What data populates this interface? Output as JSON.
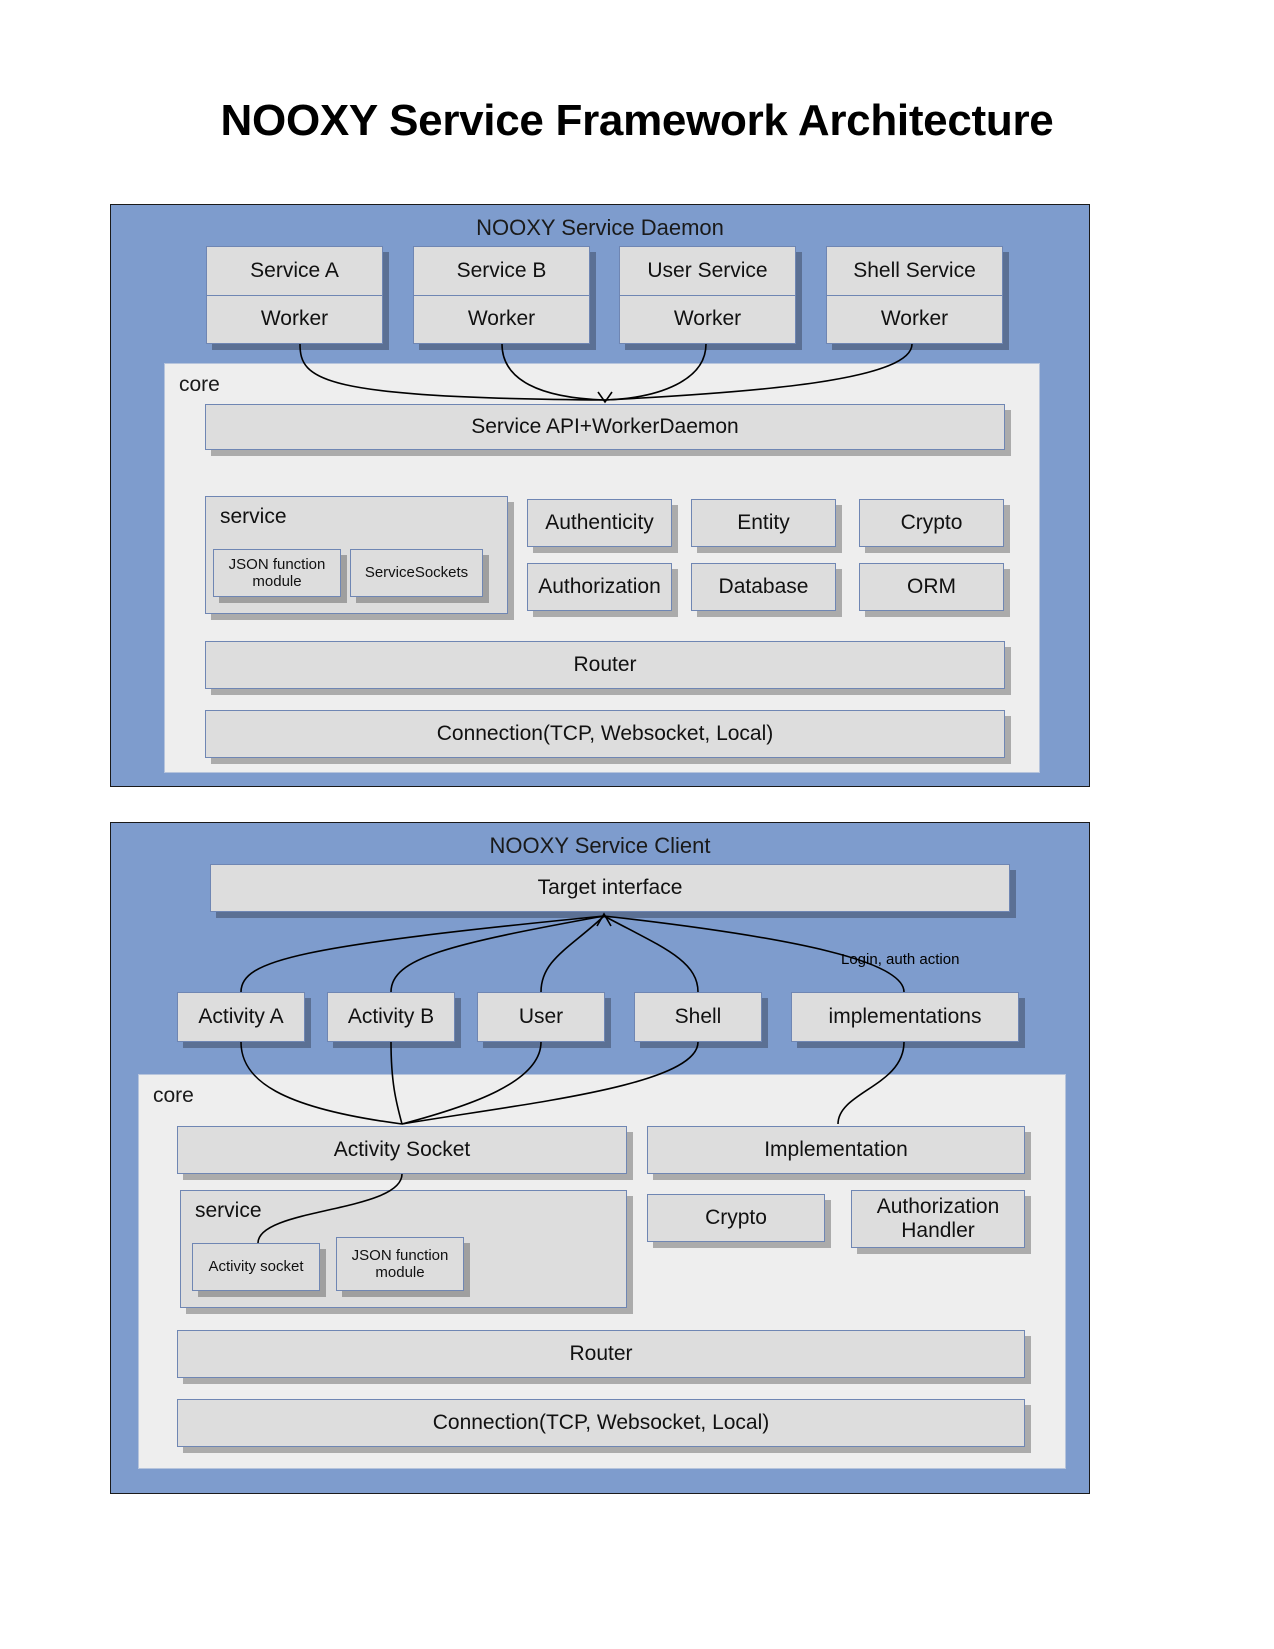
{
  "title": "NOOXY Service Framework Architecture",
  "daemon": {
    "panel_title": "NOOXY Service Daemon",
    "services": [
      {
        "name": "Service A",
        "worker": "Worker"
      },
      {
        "name": "Service B",
        "worker": "Worker"
      },
      {
        "name": "User Service",
        "worker": "Worker"
      },
      {
        "name": "Shell Service",
        "worker": "Worker"
      }
    ],
    "core_label": "core",
    "api_box": "Service API+WorkerDaemon",
    "service_group": {
      "label": "service",
      "modules": [
        "JSON function module",
        "ServiceSockets"
      ]
    },
    "modules": [
      "Authenticity",
      "Entity",
      "Crypto",
      "Authorization",
      "Database",
      "ORM"
    ],
    "router": "Router",
    "connection": "Connection(TCP, Websocket, Local)"
  },
  "client": {
    "panel_title": "NOOXY Service Client",
    "target_interface": "Target interface",
    "activities": [
      "Activity A",
      "Activity B",
      "User",
      "Shell",
      "implementations"
    ],
    "edge_label": "Login, auth action",
    "core_label": "core",
    "activity_socket": "Activity Socket",
    "implementation": "Implementation",
    "service_group": {
      "label": "service",
      "modules": [
        "Activity socket",
        "JSON function module"
      ]
    },
    "crypto": "Crypto",
    "authorization_handler": "Authorization Handler",
    "router": "Router",
    "connection": "Connection(TCP, Websocket, Local)"
  },
  "colors": {
    "panel": "#7e9ccd",
    "core": "#eeeeee",
    "box": "#dddddd",
    "box_border": "#6f86b3",
    "shadow": "rgba(0,0,0,0.28)"
  }
}
